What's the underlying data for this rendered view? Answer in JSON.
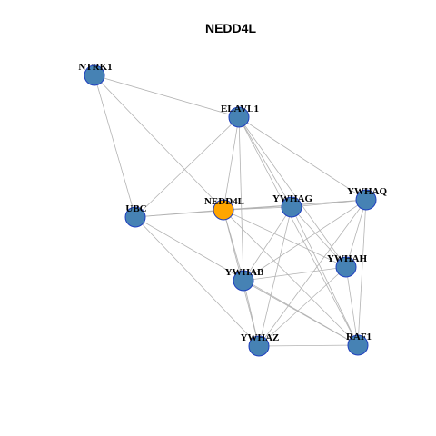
{
  "title": "NEDD4L",
  "colors": {
    "node": "#4682b4",
    "focus": "#ffa500",
    "border": "#1f3fbf",
    "edge": "#b3b3b3"
  },
  "nodes": [
    {
      "id": "NTRK1",
      "label": "NTRK1",
      "focus": false
    },
    {
      "id": "ELAVL1",
      "label": "ELAVL1",
      "focus": false
    },
    {
      "id": "UBC",
      "label": "UBC",
      "focus": false
    },
    {
      "id": "NEDD4L",
      "label": "NEDD4L",
      "focus": true
    },
    {
      "id": "YWHAG",
      "label": "YWHAG",
      "focus": false
    },
    {
      "id": "YWHAQ",
      "label": "YWHAQ",
      "focus": false
    },
    {
      "id": "YWHAH",
      "label": "YWHAH",
      "focus": false
    },
    {
      "id": "YWHAB",
      "label": "YWHAB",
      "focus": false
    },
    {
      "id": "YWHAZ",
      "label": "YWHAZ",
      "focus": false
    },
    {
      "id": "RAF1",
      "label": "RAF1",
      "focus": false
    }
  ],
  "edges": [
    [
      "NTRK1",
      "ELAVL1"
    ],
    [
      "NTRK1",
      "UBC"
    ],
    [
      "NTRK1",
      "NEDD4L"
    ],
    [
      "ELAVL1",
      "UBC"
    ],
    [
      "ELAVL1",
      "NEDD4L"
    ],
    [
      "ELAVL1",
      "YWHAG"
    ],
    [
      "ELAVL1",
      "YWHAQ"
    ],
    [
      "ELAVL1",
      "YWHAH"
    ],
    [
      "ELAVL1",
      "YWHAB"
    ],
    [
      "ELAVL1",
      "RAF1"
    ],
    [
      "UBC",
      "NEDD4L"
    ],
    [
      "UBC",
      "YWHAQ"
    ],
    [
      "UBC",
      "YWHAZ"
    ],
    [
      "UBC",
      "RAF1"
    ],
    [
      "NEDD4L",
      "YWHAG"
    ],
    [
      "NEDD4L",
      "YWHAQ"
    ],
    [
      "NEDD4L",
      "YWHAH"
    ],
    [
      "NEDD4L",
      "YWHAB"
    ],
    [
      "NEDD4L",
      "YWHAZ"
    ],
    [
      "NEDD4L",
      "RAF1"
    ],
    [
      "YWHAG",
      "YWHAQ"
    ],
    [
      "YWHAG",
      "YWHAH"
    ],
    [
      "YWHAG",
      "YWHAB"
    ],
    [
      "YWHAG",
      "YWHAZ"
    ],
    [
      "YWHAG",
      "RAF1"
    ],
    [
      "YWHAQ",
      "YWHAH"
    ],
    [
      "YWHAQ",
      "YWHAB"
    ],
    [
      "YWHAQ",
      "YWHAZ"
    ],
    [
      "YWHAQ",
      "RAF1"
    ],
    [
      "YWHAH",
      "YWHAB"
    ],
    [
      "YWHAH",
      "YWHAZ"
    ],
    [
      "YWHAH",
      "RAF1"
    ],
    [
      "YWHAB",
      "YWHAZ"
    ],
    [
      "YWHAB",
      "RAF1"
    ],
    [
      "YWHAZ",
      "RAF1"
    ]
  ]
}
